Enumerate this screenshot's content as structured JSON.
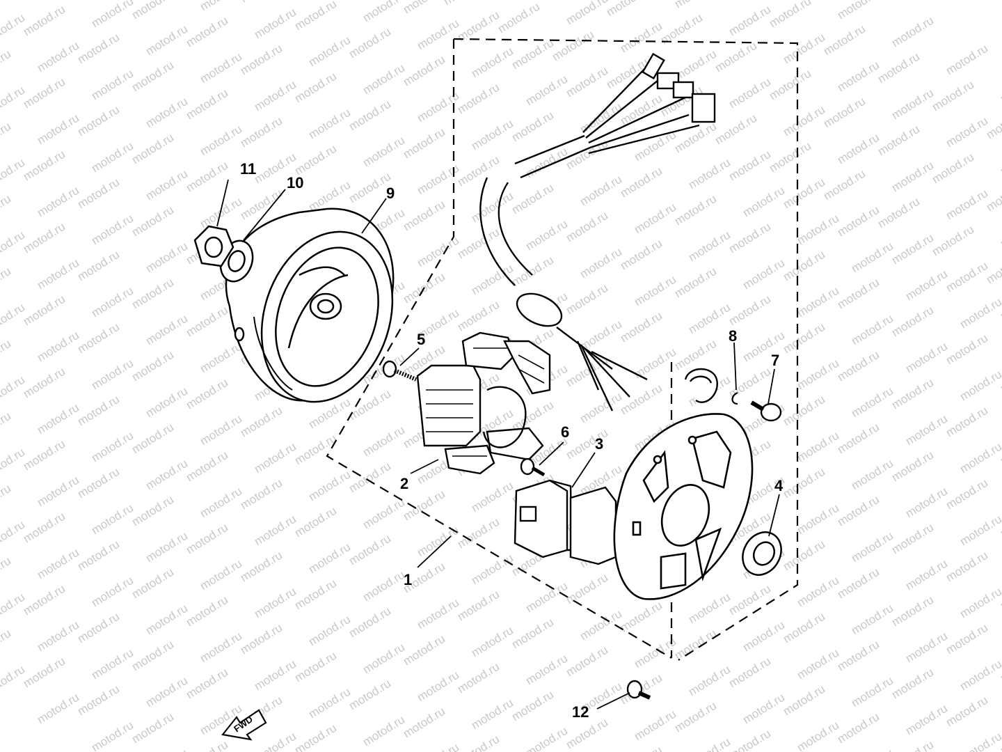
{
  "watermark": {
    "text": "motod.ru",
    "color": "#c8c8c8"
  },
  "direction_label": "FWD",
  "line_color": "#000000",
  "callouts": [
    {
      "id": "1",
      "label": "1"
    },
    {
      "id": "2",
      "label": "2"
    },
    {
      "id": "3",
      "label": "3"
    },
    {
      "id": "4",
      "label": "4"
    },
    {
      "id": "5",
      "label": "5"
    },
    {
      "id": "6",
      "label": "6"
    },
    {
      "id": "7",
      "label": "7"
    },
    {
      "id": "8",
      "label": "8"
    },
    {
      "id": "9",
      "label": "9"
    },
    {
      "id": "10",
      "label": "10"
    },
    {
      "id": "11",
      "label": "11"
    },
    {
      "id": "12",
      "label": "12"
    }
  ]
}
